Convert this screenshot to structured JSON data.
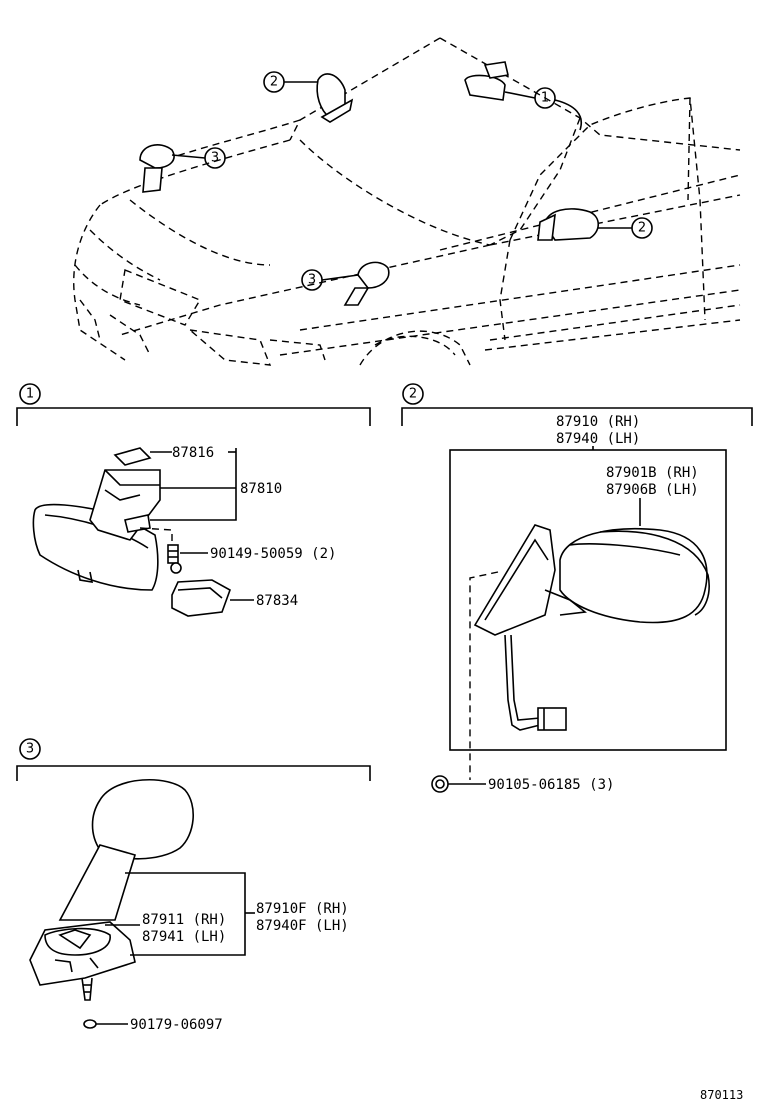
{
  "callouts": {
    "one": "1",
    "two": "2",
    "three": "3"
  },
  "section1": {
    "parts": [
      "87816",
      "87810",
      "90149-50059 (2)",
      "87834"
    ]
  },
  "section2": {
    "assembly_rh": "87910 (RH)",
    "assembly_lh": "87940 (LH)",
    "sub_rh": "87901B (RH)",
    "sub_lh": "87906B (LH)",
    "screw": "90105-06185 (3)"
  },
  "section3": {
    "assembly_rh": "87910F (RH)",
    "assembly_lh": "87940F (LH)",
    "sub_rh": "87911 (RH)",
    "sub_lh": "87941 (LH)",
    "nut": "90179-06097"
  },
  "figure_code": "870113"
}
